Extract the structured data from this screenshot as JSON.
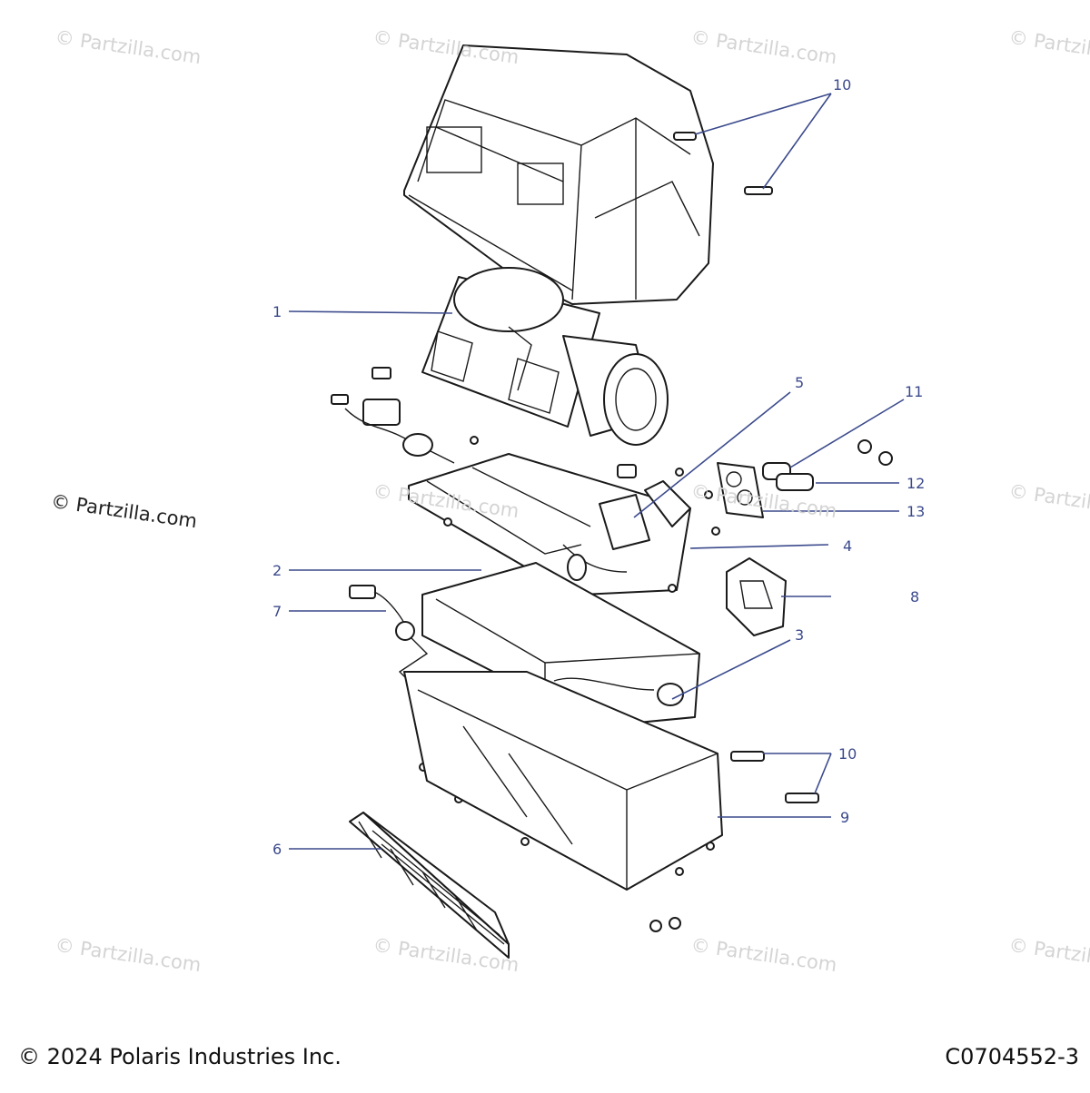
{
  "watermark": "© Partzilla.com",
  "side_watermark": "© Partzilla.com",
  "copyright": "© 2024 Polaris Industries Inc.",
  "figure_code": "C0704552-3",
  "callouts": {
    "c1": "1",
    "c2": "2",
    "c3": "3",
    "c4": "4",
    "c5": "5",
    "c6": "6",
    "c7": "7",
    "c8": "8",
    "c9": "9",
    "c10a": "10",
    "c10b": "10",
    "c11": "11",
    "c12": "12",
    "c13": "13"
  },
  "colors": {
    "callout": "#3b4a8c",
    "line_art": "#1a1a1a",
    "watermark": "#d4d4d4"
  }
}
